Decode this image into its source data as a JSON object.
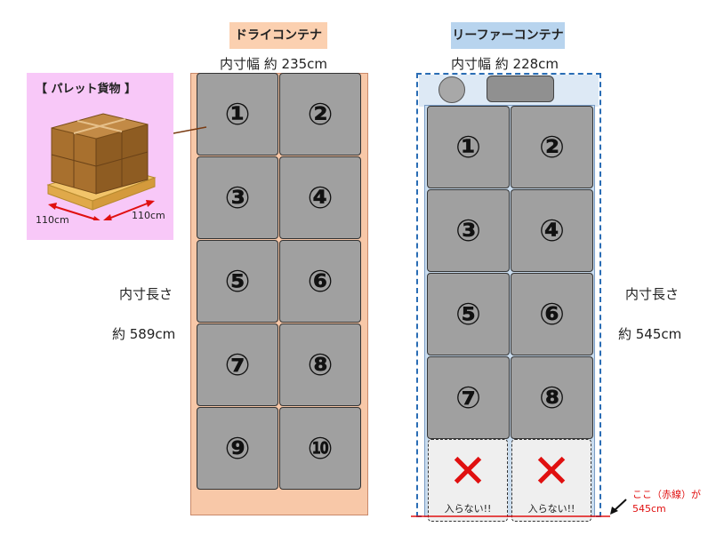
{
  "dry": {
    "title": "ドライコンテナ",
    "width_label": "内寸幅  約 235cm",
    "length_label": "内寸長さ",
    "length_value": "約 589cm",
    "pallets": [
      "①",
      "②",
      "③",
      "④",
      "⑤",
      "⑥",
      "⑦",
      "⑧",
      "⑨",
      "⑩"
    ]
  },
  "reefer": {
    "title": "リーファーコンテナ",
    "width_label": "内寸幅  約 228cm",
    "length_label": "内寸長さ",
    "length_value": "約 545cm",
    "pallets": [
      "①",
      "②",
      "③",
      "④",
      "⑤",
      "⑥",
      "⑦",
      "⑧"
    ],
    "nofit_label": "入らない!!",
    "note_line1": "ここ（赤線）が",
    "note_line2": "545cm"
  },
  "cargo": {
    "title": "【  パレット貨物  】",
    "dim_left": "110cm",
    "dim_right": "110cm"
  },
  "colors": {
    "dry_fill": "#f8c8a8",
    "reefer_fill": "#c9dcee",
    "pallet_fill": "#a0a0a0",
    "cross": "#e01010"
  }
}
